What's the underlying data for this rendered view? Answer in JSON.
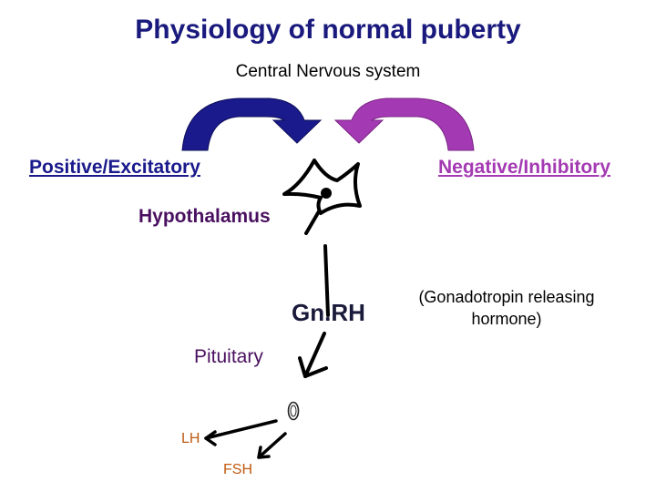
{
  "title": "Physiology of normal puberty",
  "cns_label": "Central Nervous system",
  "excitatory_label": "Positive/Excitatory",
  "inhibitory_label": "Negative/Inhibitory",
  "hypothalamus_label": "Hypothalamus",
  "gnrh_label": "Gn.RH",
  "gnrh_full_label": "(Gonadotropin releasing hormone)",
  "pituitary_label": "Pituitary",
  "lh_label": "LH",
  "fsh_label": "FSH",
  "colors": {
    "title": "#1a1a7e",
    "excitatory": "#1a1a8c",
    "inhibitory": "#a43ab3",
    "hypothalamus": "#4a1060",
    "pituitary": "#4a1060",
    "gnrh": "#1a1a3a",
    "lh_fsh": "#c05a10",
    "text": "#000000"
  }
}
